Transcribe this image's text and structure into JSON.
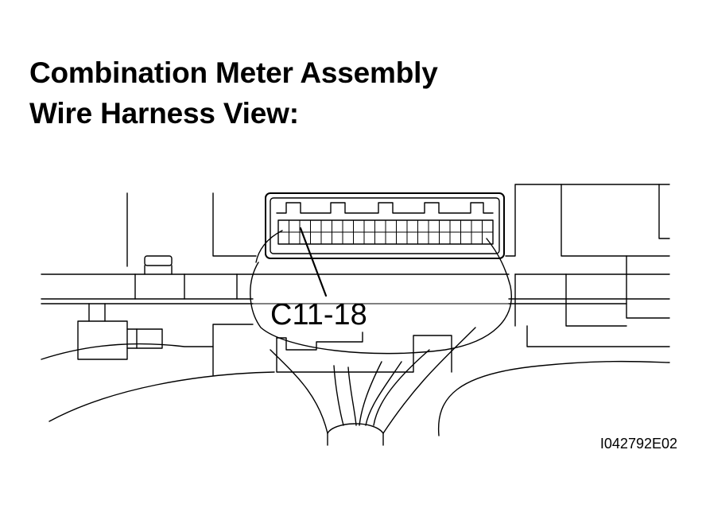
{
  "title": {
    "line1": "Combination Meter Assembly",
    "line2": "Wire Harness View:"
  },
  "connector": {
    "label": "C11-18"
  },
  "figure": {
    "id": "I042792E02"
  },
  "colors": {
    "ink": "#000000",
    "paper": "#ffffff"
  }
}
